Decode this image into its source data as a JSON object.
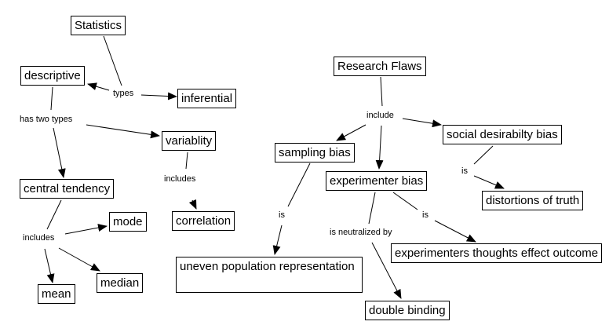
{
  "maps": [
    {
      "name": "statistics",
      "concepts": {
        "statistics": "Statistics",
        "descriptive": "descriptive",
        "inferential": "inferential",
        "variability": "variablity",
        "central_tendency": "central tendency",
        "correlation": "correlation",
        "mode": "mode",
        "mean": "mean",
        "median": "median"
      },
      "linking_phrases": {
        "types": "types",
        "has_two_types": "has two types",
        "includes_var": "includes",
        "includes_ct": "includes"
      }
    },
    {
      "name": "research-flaws",
      "concepts": {
        "research_flaws": "Research Flaws",
        "sampling_bias": "sampling bias",
        "experimenter_bias": "experimenter bias",
        "social_desirability_bias": "social desirabilty bias",
        "distortions_of_truth": "distortions of truth",
        "uneven_population_representation": "uneven population representation",
        "experimenters_thoughts": "experimenters thoughts effect outcome",
        "double_binding": "double binding"
      },
      "linking_phrases": {
        "include": "include",
        "is_sampling": "is",
        "is_social": "is",
        "is_experimenter": "is",
        "is_neutralized_by": "is neutralized by"
      }
    }
  ],
  "connections": [
    [
      "Statistics",
      "types",
      "descriptive"
    ],
    [
      "Statistics",
      "types",
      "inferential"
    ],
    [
      "descriptive",
      "has two types",
      "central tendency"
    ],
    [
      "descriptive",
      "has two types",
      "variablity"
    ],
    [
      "variablity",
      "includes",
      "correlation"
    ],
    [
      "central tendency",
      "includes",
      "mode"
    ],
    [
      "central tendency",
      "includes",
      "mean"
    ],
    [
      "central tendency",
      "includes",
      "median"
    ],
    [
      "Research Flaws",
      "include",
      "sampling bias"
    ],
    [
      "Research Flaws",
      "include",
      "experimenter bias"
    ],
    [
      "Research Flaws",
      "include",
      "social desirabilty bias"
    ],
    [
      "social desirabilty bias",
      "is",
      "distortions of truth"
    ],
    [
      "sampling bias",
      "is",
      "uneven population representation"
    ],
    [
      "experimenter bias",
      "is",
      "experimenters thoughts effect outcome"
    ],
    [
      "experimenter bias",
      "is neutralized by",
      "double binding"
    ]
  ]
}
